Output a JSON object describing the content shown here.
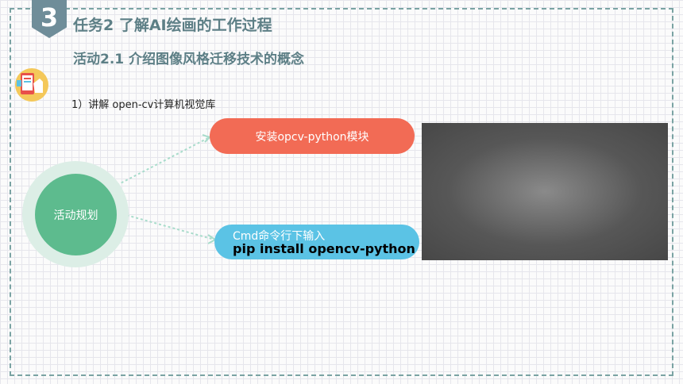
{
  "header": {
    "badge_number": "3",
    "title": "任务2 了解AI绘画的工作过程",
    "subtitle": "活动2.1   介绍图像风格迁移技术的概念"
  },
  "content": {
    "point": "1）讲解 open-cv计算机视觉库"
  },
  "diagram": {
    "center_label": "活动规划",
    "step1_label": "安装opcv-python模块",
    "step2_line1": "Cmd命令行下输入",
    "step2_line2": "pip install opencv-python"
  },
  "colors": {
    "accent": "#5d7f86",
    "center": "#5dbb8e",
    "step1": "#f26b55",
    "step2": "#5bc3e5"
  },
  "icons": {
    "lesson": "tablet-hand-icon"
  }
}
